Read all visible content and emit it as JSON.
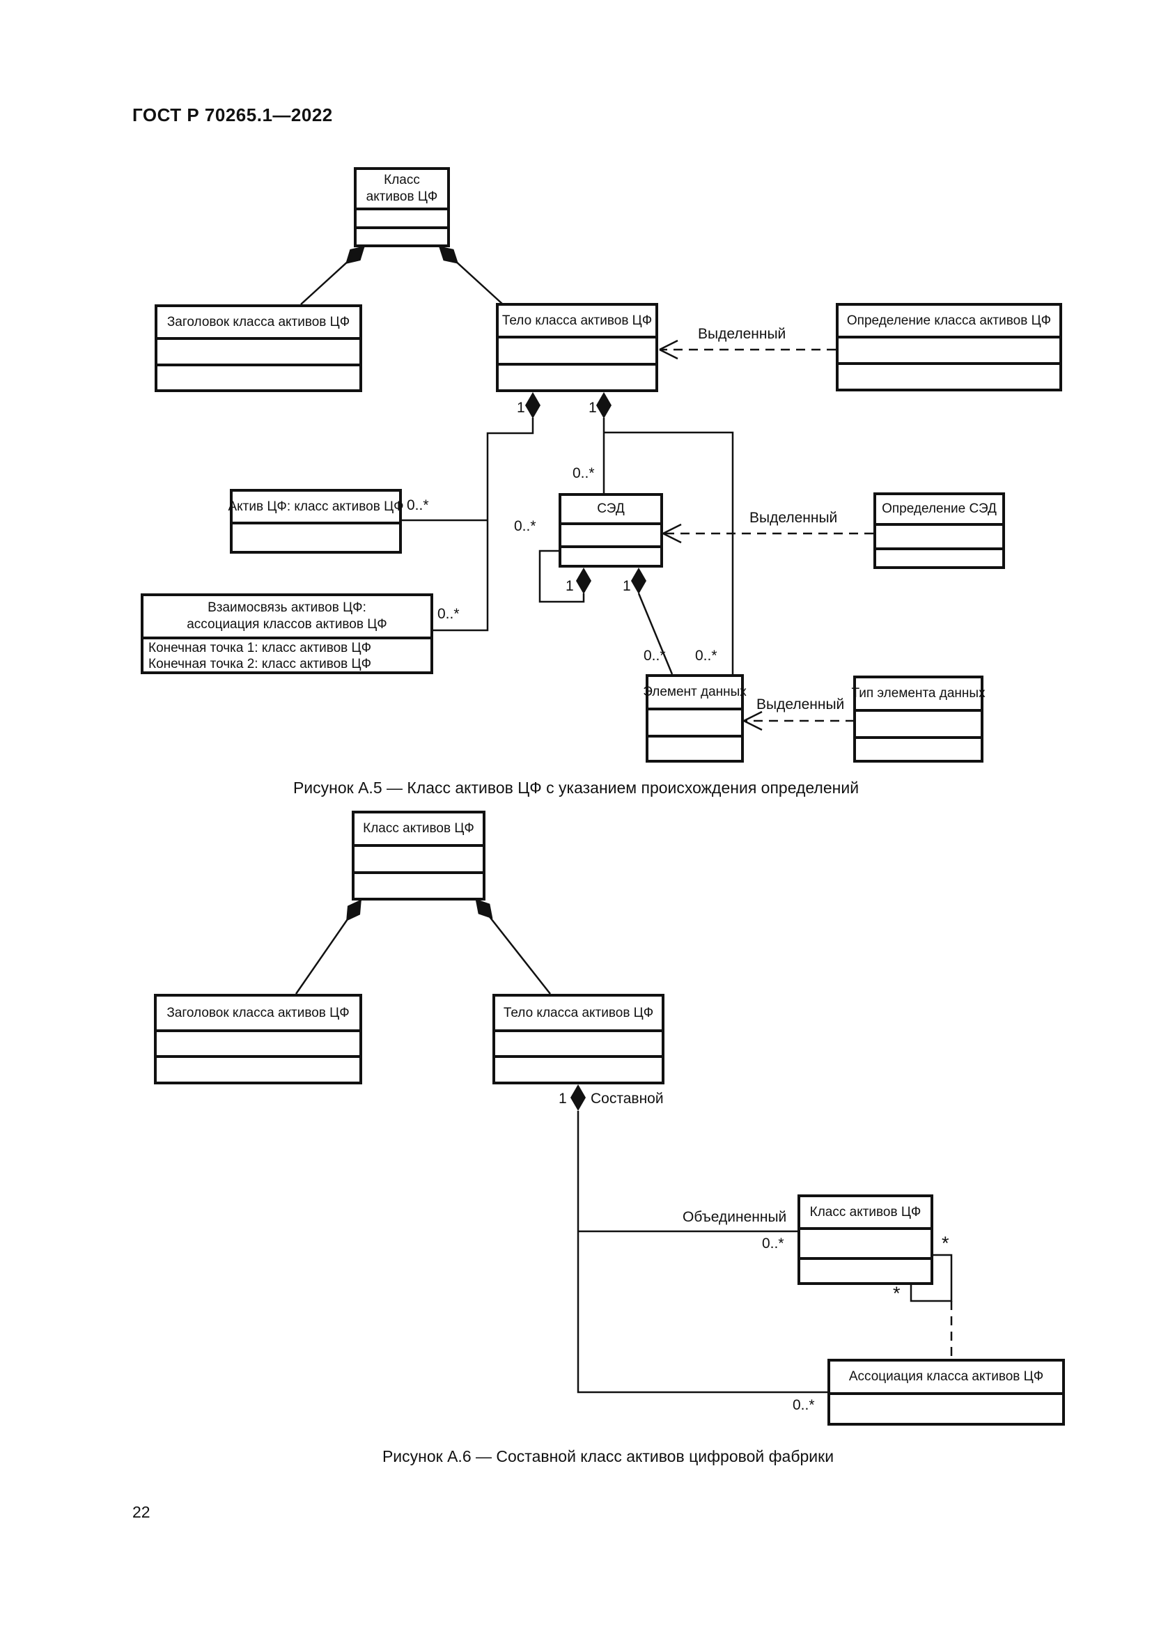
{
  "page": {
    "header": "ГОСТ Р 70265.1—2022",
    "number": "22"
  },
  "fig5": {
    "caption": "Рисунок А.5 — Класс активов ЦФ с указанием происхождения определений",
    "boxes": {
      "asset_class_l1": "Класс",
      "asset_class_l2": "активов ЦФ",
      "header": "Заголовок класса активов ЦФ",
      "body": "Тело класса активов ЦФ",
      "class_def": "Определение класса активов ЦФ",
      "asset": "Актив ЦФ: класс активов ЦФ",
      "relation_l1": "Взаимосвязь активов ЦФ:",
      "relation_l2": "ассоциация классов активов ЦФ",
      "relation_end1": "Конечная точка 1: класс активов ЦФ",
      "relation_end2": "Конечная точка 2: класс активов ЦФ",
      "sed": "СЭД",
      "sed_def": "Определение СЭД",
      "element": "Элемент данных",
      "element_type": "Тип элемента данных"
    },
    "labels": {
      "dedicated": "Выделенный",
      "one": "1",
      "many": "0..*"
    }
  },
  "fig6": {
    "caption": "Рисунок А.6 — Составной класс активов цифровой фабрики",
    "boxes": {
      "asset_class": "Класс активов ЦФ",
      "header": "Заголовок класса активов ЦФ",
      "body": "Тело класса активов ЦФ",
      "asset_class_small": "Класс активов ЦФ",
      "association": "Ассоциация класса активов ЦФ"
    },
    "labels": {
      "one": "1",
      "composite": "Составной",
      "united": "Объединенный",
      "many": "0..*",
      "star": "*"
    }
  }
}
